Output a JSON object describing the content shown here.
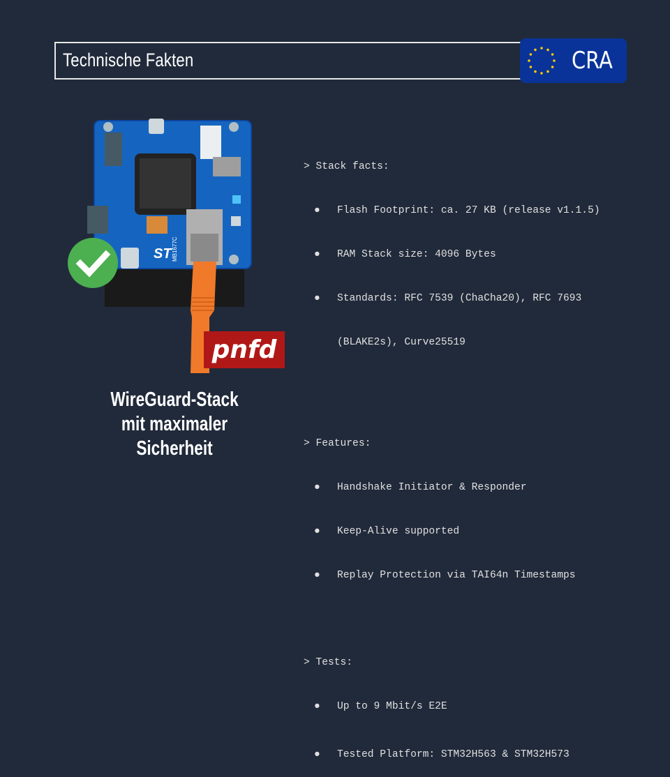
{
  "header": {
    "title": "Technische Fakten",
    "badge": {
      "label": "CRA",
      "icon": "eu-flag-icon",
      "color": "#0a3399"
    }
  },
  "product": {
    "image_alt": "STM32H5 development board with Ethernet cable",
    "board_label": "MB1677C",
    "check_icon": "check-circle-icon",
    "logo_text": "pnfd",
    "caption_line1": "WireGuard-Stack",
    "caption_line2": "mit maximaler Sicherheit"
  },
  "sections": [
    {
      "heading": "> Stack facts:",
      "items": [
        "Flash Footprint: ca. 27 KB (release v1.1.5)",
        "RAM Stack size: 4096 Bytes",
        "Standards: RFC 7539 (ChaCha20), RFC 7693",
        "(BLAKE2s), Curve25519"
      ]
    },
    {
      "heading": "> Features:",
      "items": [
        "Handshake Initiator & Responder",
        "Keep-Alive supported",
        "Replay Protection via TAI64n Timestamps"
      ]
    },
    {
      "heading": "> Tests:",
      "items": [
        "Up to 9 Mbit/s E2E",
        "Tested Platform: STM32H563 & STM32H573"
      ]
    }
  ],
  "bullet": "●",
  "colors": {
    "background": "#212a3a",
    "text": "#e0e0e0",
    "check": "#4caf50",
    "logo_bg": "#b01818"
  }
}
